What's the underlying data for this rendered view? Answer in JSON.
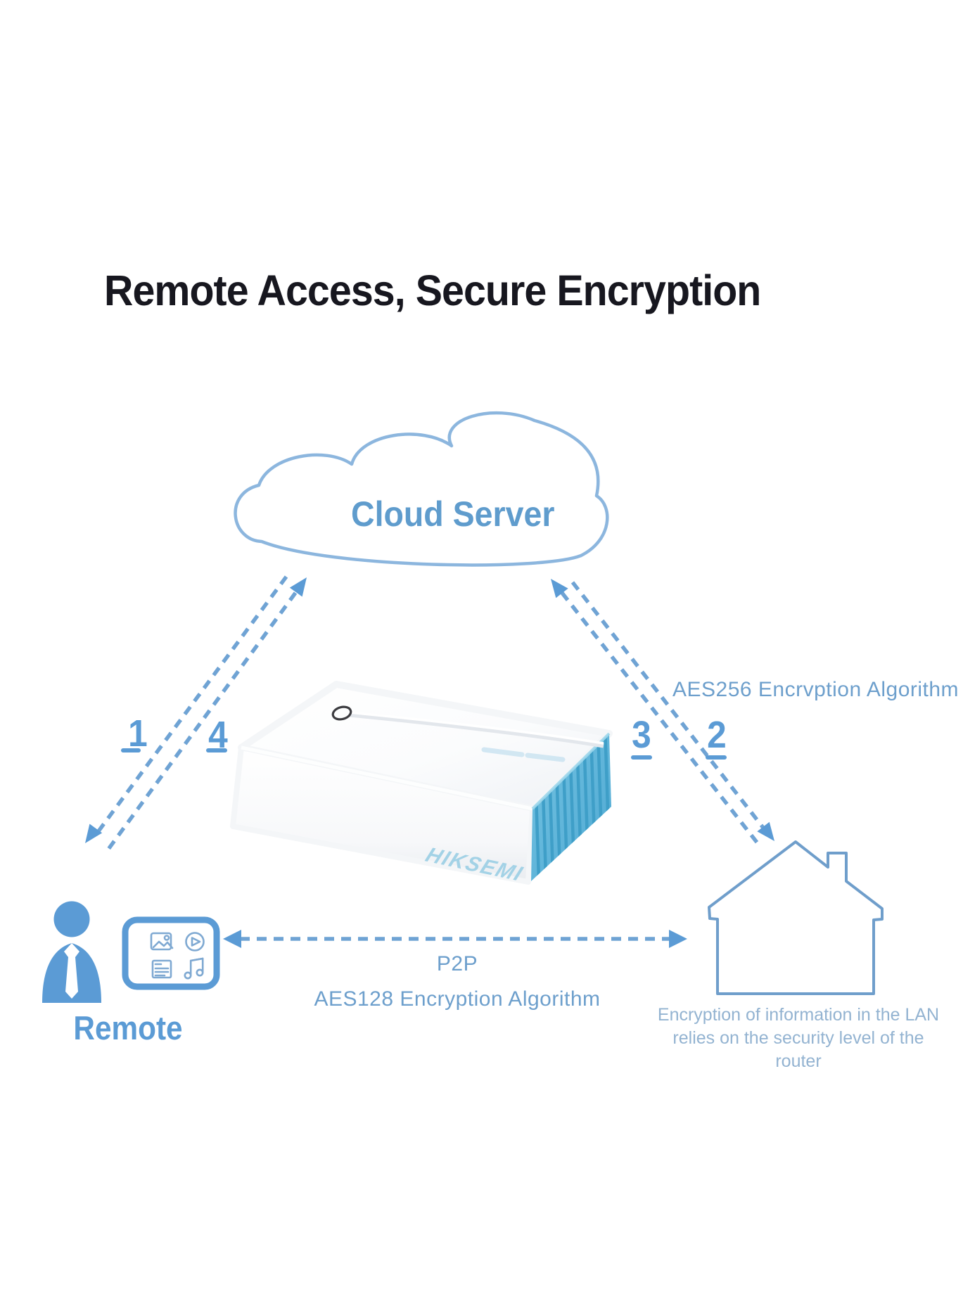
{
  "title": "Remote Access, Secure Encryption",
  "cloud": {
    "label": "Cloud Server"
  },
  "device": {
    "brand": "HIKSEMI"
  },
  "steps": [
    {
      "label": "1"
    },
    {
      "label": "4"
    },
    {
      "label": "3"
    },
    {
      "label": "2"
    }
  ],
  "connections": {
    "cloud_to_house": {
      "label": "AES256 Encrvption Algorithm"
    },
    "remote_to_house": {
      "protocol": "P2P",
      "label": "AES128 Encryption Algorithm"
    }
  },
  "house": {
    "caption": [
      "Encryption of information in the LAN",
      "relies on the security level of the router"
    ]
  },
  "remote": {
    "label": "Remote",
    "tablet_icons": [
      "photo-icon",
      "video-play-icon",
      "document-icon",
      "music-note-icon"
    ]
  },
  "colors": {
    "title_dark": "#17171f",
    "accent_blue": "#5b9bd5",
    "dash_blue": "#6fa3d4",
    "label_blue": "#6d9fcc",
    "caption_blue": "#93b3d1",
    "cloud_outline": "#8cb6de",
    "house_outline": "#6f9ecb",
    "device_side_blue": "#5fb5da",
    "logo_blue": "#a3d2e6"
  }
}
